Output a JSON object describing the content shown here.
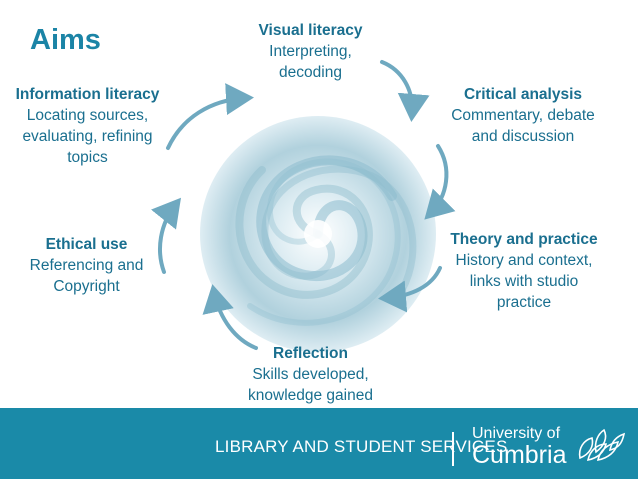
{
  "slide": {
    "title": "Aims",
    "nodes": {
      "visual": {
        "heading": "Visual literacy",
        "body": "Interpreting, decoding"
      },
      "critical": {
        "heading": "Critical analysis",
        "body": "Commentary, debate and discussion"
      },
      "info": {
        "heading": "Information literacy",
        "body": "Locating sources, evaluating, refining topics"
      },
      "ethical": {
        "heading": "Ethical use",
        "body": "Referencing and Copyright"
      },
      "theory": {
        "heading": "Theory and practice",
        "body": "History and context, links with studio practice"
      },
      "reflect": {
        "heading": "Reflection",
        "body": "Skills developed, knowledge gained"
      }
    },
    "footer": {
      "label": "LIBRARY AND STUDENT SERVICES",
      "university_line1": "University of",
      "university_line2": "Cumbria"
    }
  },
  "colors": {
    "accent": "#1b84a6",
    "text": "#1a6f8f",
    "footer": "#1a8aa8",
    "arrow": "#6fa9c0",
    "swirl": "#a9cdda"
  },
  "icons": [
    "cycle-arrow-icon",
    "swirl-graphic",
    "university-leaf-logo"
  ]
}
